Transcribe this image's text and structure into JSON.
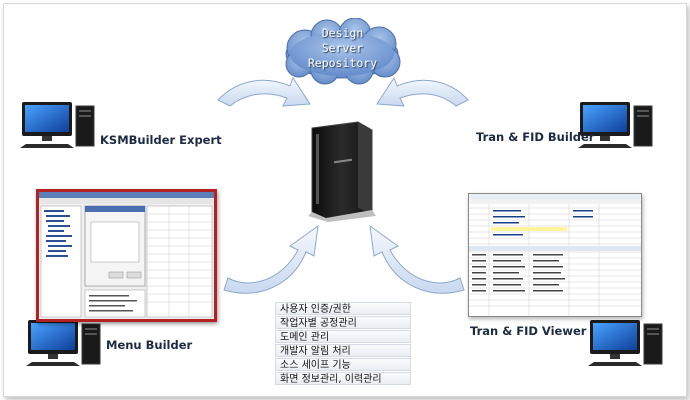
{
  "cloud": {
    "lines": [
      "Design",
      "Server",
      "Repository"
    ]
  },
  "labels": {
    "ksmbuilder_expert": "KSMBuilder Expert",
    "tran_fid_builder": "Tran & FID Builder",
    "menu_builder": "Menu Builder",
    "tran_fid_viewer": "Tran & FID Viewer"
  },
  "features": [
    "사용자 인증/권한",
    "작업자별 공정관리",
    "도메인 관리",
    "개발자 알림 처리",
    "소스 세이프 기능",
    "화면 정보관리, 이력관리"
  ],
  "colors": {
    "cloud_fill": "#7fa3d8",
    "arrow_fill": "#dfe9f6",
    "arrow_stroke": "#8da9cf",
    "label_text": "#1d2a44",
    "menu_builder_border": "#b22222"
  }
}
